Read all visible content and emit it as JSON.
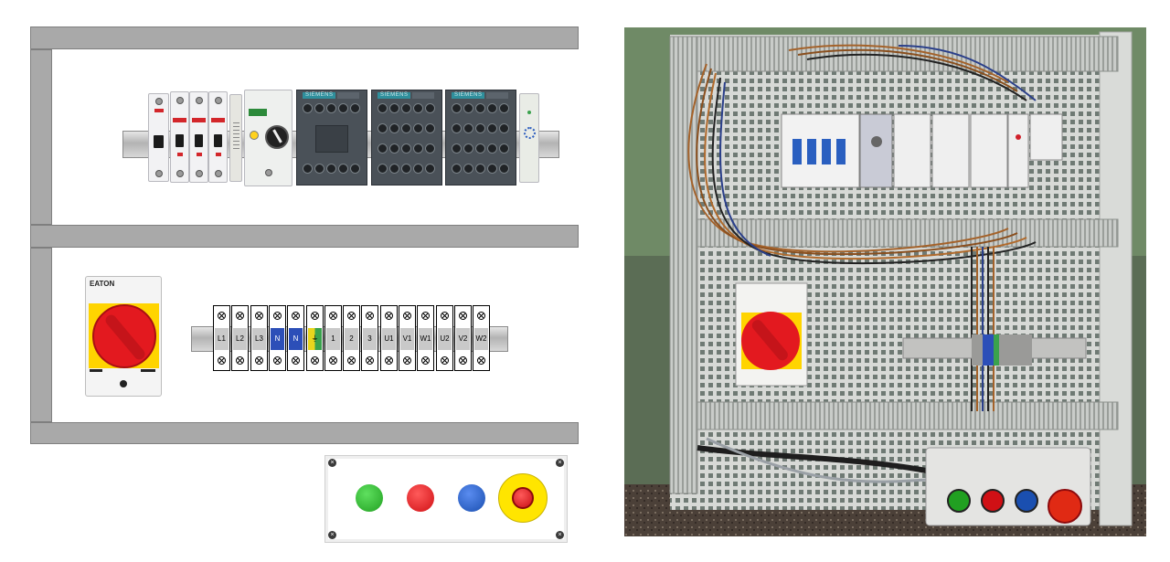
{
  "terminals": [
    {
      "label": "L1",
      "kind": "grey"
    },
    {
      "label": "L2",
      "kind": "grey"
    },
    {
      "label": "L3",
      "kind": "grey"
    },
    {
      "label": "N",
      "kind": "blue"
    },
    {
      "label": "N",
      "kind": "blue"
    },
    {
      "label": "⏚",
      "kind": "pe"
    },
    {
      "label": "1",
      "kind": "grey"
    },
    {
      "label": "2",
      "kind": "grey"
    },
    {
      "label": "3",
      "kind": "grey"
    },
    {
      "label": "U1",
      "kind": "grey"
    },
    {
      "label": "V1",
      "kind": "grey"
    },
    {
      "label": "W1",
      "kind": "grey"
    },
    {
      "label": "U2",
      "kind": "grey"
    },
    {
      "label": "V2",
      "kind": "grey"
    },
    {
      "label": "W2",
      "kind": "grey"
    }
  ],
  "contactor_brand": "SIEMENS",
  "isolator_brand": "EATON",
  "control_buttons": [
    {
      "name": "green-pushbutton",
      "color": "#2eb82e"
    },
    {
      "name": "red-pushbutton",
      "color": "#e3191f"
    },
    {
      "name": "blue-pushbutton",
      "color": "#1f5fbf"
    },
    {
      "name": "emergency-stop",
      "color": "#e3191f",
      "ring": "#ffe500"
    }
  ],
  "colors": {
    "duct": "#a9a9a9",
    "isolator_handle": "#e3191f",
    "isolator_plate": "#ffd400",
    "neutral_blue": "#2c4fb8"
  }
}
